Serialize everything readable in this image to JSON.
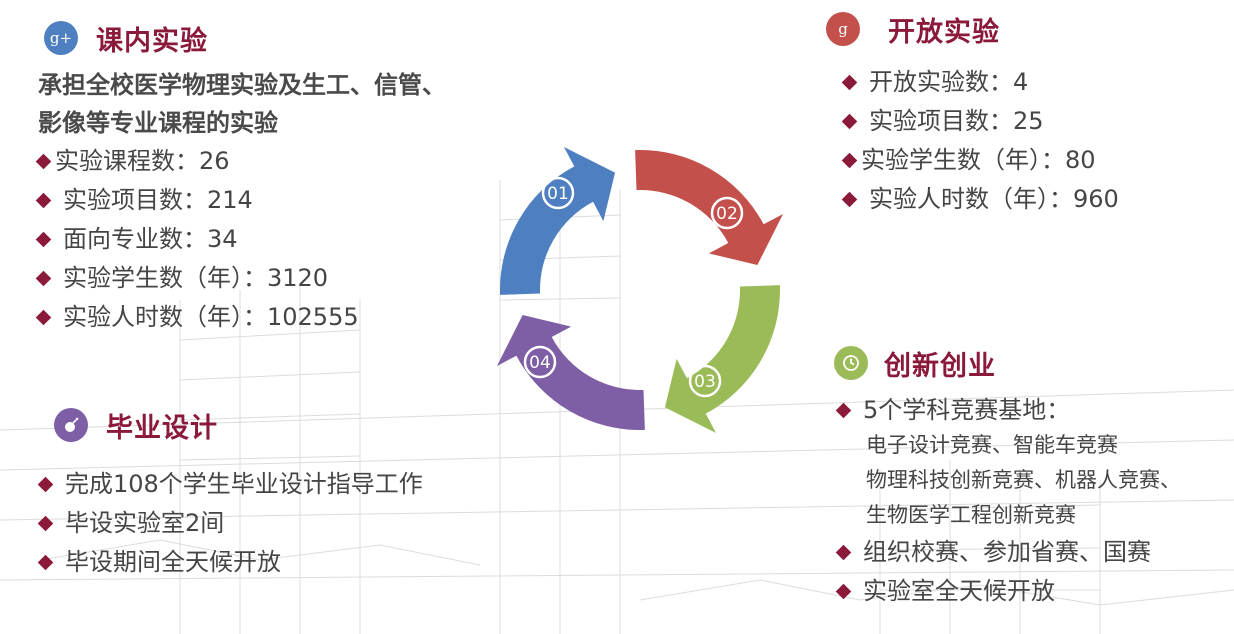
{
  "colors": {
    "blue": "#4e7fc0",
    "red": "#c4504c",
    "green": "#9bbb59",
    "purple": "#7e5fa6",
    "heading": "#8b1a3a"
  },
  "sections": {
    "in_class": {
      "icon": "google-plus-icon",
      "badge": "g+",
      "title": "课内实验",
      "intro": [
        "承担全校医学物理实验及生工、信管、",
        "影像等专业课程的实验"
      ],
      "items": [
        "实验课程数：26",
        "实验项目数：214",
        "面向专业数：34",
        "实验学生数（年）：3120",
        "实验人时数（年）：102555"
      ]
    },
    "open": {
      "icon": "google-icon",
      "badge": "g",
      "title": "开放实验",
      "items": [
        "开放实验数：4",
        "实验项目数：25",
        "实验学生数（年）：80",
        "实验人时数（年）：960"
      ]
    },
    "innovation": {
      "icon": "clock-icon",
      "title": "创新创业",
      "item_first": "5个学科竞赛基地：",
      "sub_lines": [
        "电子设计竞赛、智能车竞赛",
        "物理科技创新竞赛、机器人竞赛、",
        "生物医学工程创新竞赛"
      ],
      "items": [
        "组织校赛、参加省赛、国赛",
        "实验室全天候开放"
      ]
    },
    "graduation": {
      "icon": "bomb-icon",
      "title": "毕业设计",
      "items": [
        "完成108个学生毕业设计指导工作",
        "毕设实验室2间",
        "毕设期间全天候开放"
      ]
    }
  },
  "cycle": {
    "steps": [
      {
        "label": "01",
        "color": "#4e7fc0"
      },
      {
        "label": "02",
        "color": "#c4504c"
      },
      {
        "label": "03",
        "color": "#9bbb59"
      },
      {
        "label": "04",
        "color": "#7e5fa6"
      }
    ]
  }
}
